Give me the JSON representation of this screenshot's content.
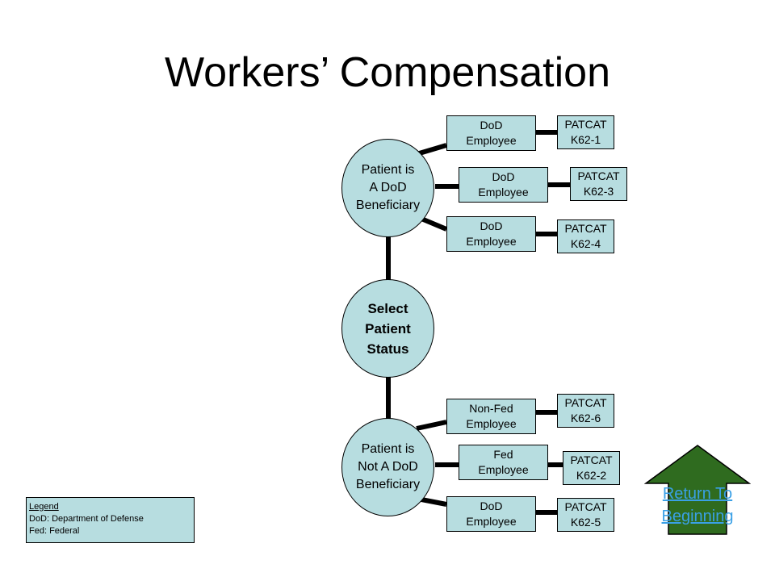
{
  "title": "Workers’ Compensation",
  "nodes": {
    "top": "Patient is\nA DoD\nBeneficiary",
    "center": "Select\nPatient\nStatus",
    "bottom": "Patient is\nNot A DoD\nBeneficiary"
  },
  "branches": [
    {
      "type": "DoD\nEmployee",
      "code": "PATCAT\nK62-1"
    },
    {
      "type": "DoD\nEmployee",
      "code": "PATCAT\nK62-3"
    },
    {
      "type": "DoD\nEmployee",
      "code": "PATCAT\nK62-4"
    },
    {
      "type": "Non-Fed\nEmployee",
      "code": "PATCAT\nK62-6"
    },
    {
      "type": "Fed\nEmployee",
      "code": "PATCAT\nK62-2"
    },
    {
      "type": "DoD\nEmployee",
      "code": "PATCAT\nK62-5"
    }
  ],
  "legend": {
    "heading": "Legend",
    "line1": "DoD: Department of Defense",
    "line2": "Fed: Federal"
  },
  "return_link": "Return To\nBeginning",
  "colors": {
    "node_fill": "#b7dde0",
    "arrow_fill": "#2f6b1f",
    "link_color": "#3aa0e6",
    "connector": "#000000"
  }
}
